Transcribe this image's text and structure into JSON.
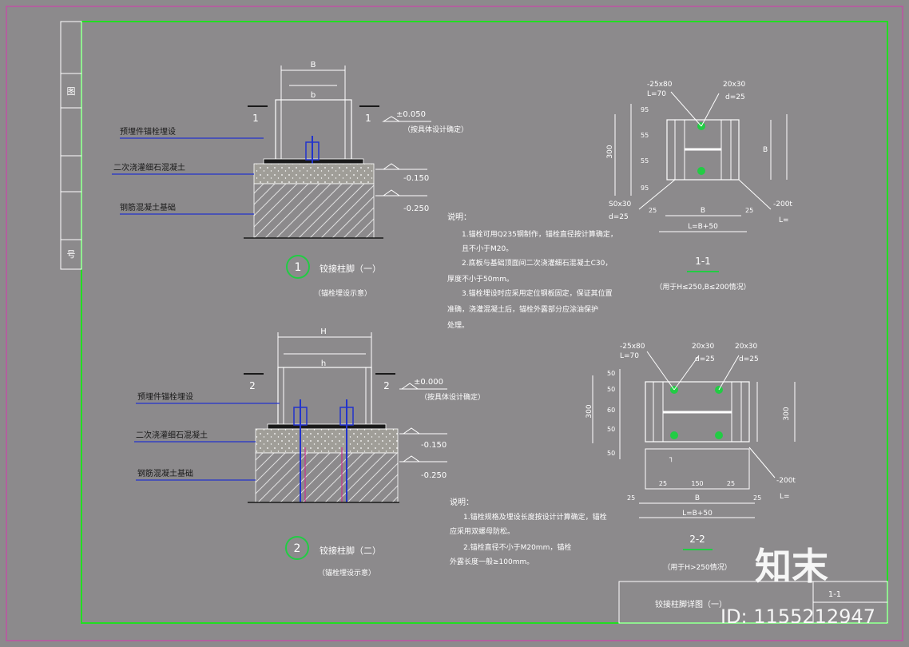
{
  "colors": {
    "background": "#8c8a8c",
    "frame": "#22dd22",
    "outer": "#cc44aa",
    "line": "#1a1a1a",
    "white": "#ffffff",
    "concrete": "#c8c2a6",
    "blue": "#2233cc",
    "magenta": "#d0208c",
    "green": "#22cc44"
  },
  "side_strip": {
    "cells": [
      "图",
      "",
      "号"
    ]
  },
  "detail1": {
    "dim_top": "B",
    "dim_inner": "b",
    "section_left": "1",
    "section_right": "1",
    "elev_top": "±0.050",
    "elev_top_note": "（按具体设计确定）",
    "elev_mid": "-0.150",
    "elev_bot": "-0.250",
    "labels": [
      "预埋件锚栓埋设",
      "二次浇灌细石混凝土",
      "钢筋混凝土基础"
    ],
    "number": "1",
    "title": "铰接柱脚（一）",
    "subtitle": "（锚栓埋设示意）"
  },
  "notes1": {
    "heading": "说明：",
    "lines": [
      "1.锚栓可用Q235钢制作，锚栓直径按计算确定，",
      "且不小于M20。",
      "2.底板与基础顶面间二次浇灌细石混凝土C30，",
      "厚度不小于50mm。",
      "3.锚栓埋设时应采用定位钢板固定，保证其位置",
      "准确，浇灌混凝土后，锚栓外露部分应涂油保护",
      "处理。"
    ]
  },
  "section11": {
    "top_left_a": "-25x80",
    "top_left_b": "L=70",
    "top_right_a": "20x30",
    "top_right_b": "d=25",
    "bot_left_a": "S0x30",
    "bot_left_b": "d=25",
    "dim_left": "300",
    "dim_right": "B",
    "vert_dims": [
      "95",
      "55",
      "55",
      "95"
    ],
    "dim_bottom": "B",
    "dim_total": "L=B+50",
    "side_left": "25",
    "side_right": "25",
    "plate": "-200t",
    "plate_L": "L=",
    "title": "1-1",
    "caption": "（用于H≤250,B≤200情况）"
  },
  "detail2": {
    "dim_top": "H",
    "dim_inner": "h",
    "section_left": "2",
    "section_right": "2",
    "elev_top": "±0.000",
    "elev_top_note": "（按具体设计确定）",
    "elev_mid": "-0.150",
    "elev_bot": "-0.250",
    "labels": [
      "预埋件锚栓埋设",
      "二次浇灌细石混凝土",
      "钢筋混凝土基础"
    ],
    "number": "2",
    "title": "铰接柱脚（二）",
    "subtitle": "（锚栓埋设示意）"
  },
  "notes2": {
    "heading": "说明：",
    "lines": [
      "1.锚栓规格及埋设长度按设计计算确定，锚栓",
      "应采用双螺母防松。",
      "2.锚栓直径不小于M20mm，锚栓",
      "外露长度一般≥100mm。"
    ]
  },
  "section22": {
    "top_left_a": "-25x80",
    "top_left_b": "L=70",
    "top_mid_a": "20x30",
    "top_mid_b": "d=25",
    "top_right_a": "20x30",
    "top_right_b": "d=25",
    "dim_left": "300",
    "dim_right": "300",
    "vert_dims": [
      "50",
      "50",
      "60",
      "50",
      "50"
    ],
    "bottom_dims": [
      "25",
      "150",
      "25"
    ],
    "dim_bottom": "B",
    "dim_total": "L=B+50",
    "side_left": "25",
    "side_right": "25",
    "plate": "-200t",
    "plate_L": "L=",
    "title": "2-2",
    "caption": "（用于H>250情况）"
  },
  "title_block": {
    "text": "铰接柱脚详图（一）",
    "code": "1-1"
  },
  "watermark": {
    "brand": "知末",
    "id": "ID: 1155212947"
  }
}
